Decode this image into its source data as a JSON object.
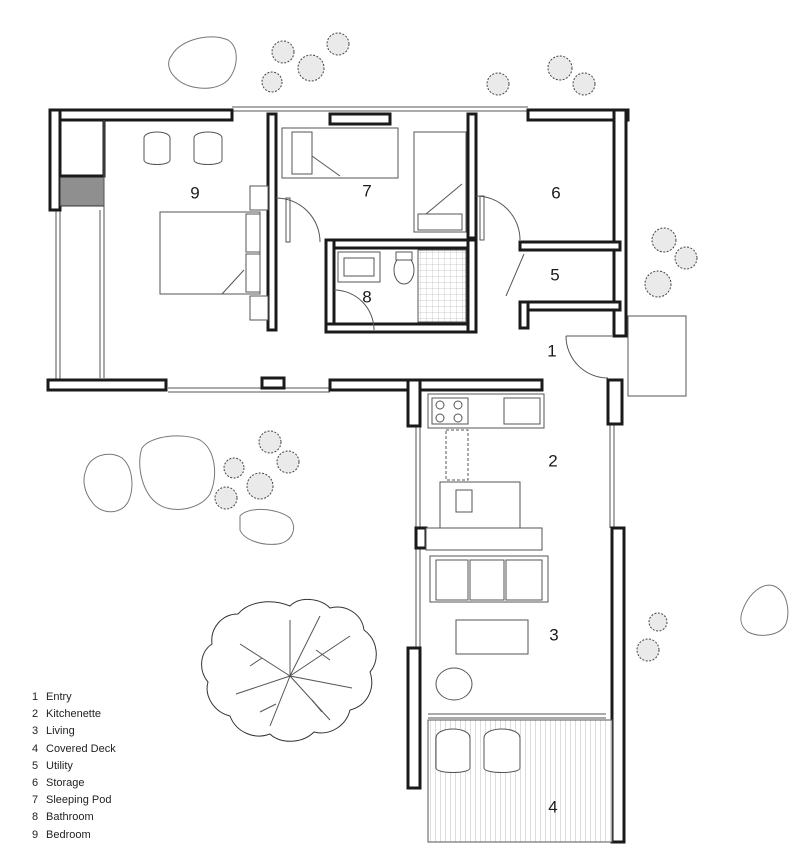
{
  "rooms": [
    {
      "number": "1",
      "name": "Entry"
    },
    {
      "number": "2",
      "name": "Kitchenette"
    },
    {
      "number": "3",
      "name": "Living"
    },
    {
      "number": "4",
      "name": "Covered Deck"
    },
    {
      "number": "5",
      "name": "Utility"
    },
    {
      "number": "6",
      "name": "Storage"
    },
    {
      "number": "7",
      "name": "Sleeping Pod"
    },
    {
      "number": "8",
      "name": "Bathroom"
    },
    {
      "number": "9",
      "name": "Bedroom"
    }
  ],
  "colors": {
    "wall": "#1a1a1a",
    "hatch": "#8f8f8f",
    "background": "#ffffff"
  }
}
